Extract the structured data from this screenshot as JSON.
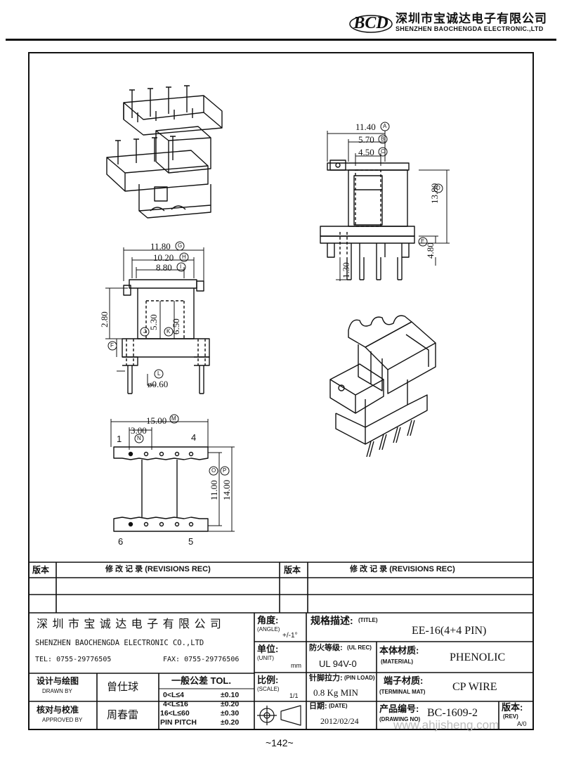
{
  "header": {
    "logo": "BCD",
    "company_cn": "深圳市宝诚达电子有限公司",
    "company_en": "SHENZHEN BAOCHENGDA ELECTRONIC.,LTD"
  },
  "dims": {
    "top_a": "11.40",
    "top_b": "5.70",
    "top_c": "4.50",
    "side_d": "13.80",
    "side_e": "4.80",
    "pin_len": "1.30",
    "front_g": "11.80",
    "front_h": "10.20",
    "front_i": "8.80",
    "front_height": "2.80",
    "front_j": "5.30",
    "front_k": "6.50",
    "pin_dia": "ø0.60",
    "bottom_m": "15.00",
    "bottom_n": "3.00",
    "bottom_o": "11.00",
    "bottom_p": "14.00"
  },
  "markers": [
    "A",
    "B",
    "C",
    "D",
    "E",
    "F",
    "G",
    "H",
    "I",
    "J",
    "K",
    "L",
    "M",
    "N",
    "O",
    "P"
  ],
  "pins": {
    "p1": "1",
    "p4": "4",
    "p6": "6",
    "p5": "5"
  },
  "revisions": {
    "col1": "版本",
    "col2": "修  改  记  录  (REVISIONS REC)",
    "col3": "版本",
    "col4": "修  改  记  录  (REVISIONS REC)"
  },
  "title_block": {
    "company_cn": "深 圳 市 宝 诚 达 电 子 有 限 公 司",
    "company_en": "SHENZHEN BAOCHENGDA ELECTRONIC CO.,LTD",
    "tel": "TEL: 0755-29776505",
    "fax": "FAX: 0755-29776506",
    "angle_label": "角度:",
    "angle_en": "(ANGLE)",
    "angle_value": "+/-1°",
    "unit_label": "单位:",
    "unit_en": "(UNIT)",
    "unit_value": "mm",
    "scale_label": "比例:",
    "scale_en": "(SCALE)",
    "scale_value": "1/1",
    "title_label": "规格描述:",
    "title_en": "(TITLE)",
    "title_value": "EE-16(4+4 PIN)",
    "ul_label": "防火等级:",
    "ul_en": "(UL REC)",
    "ul_value": "UL 94V-0",
    "material_label": "本体材质:",
    "material_en": "(MATERIAL)",
    "material_value": "PHENOLIC",
    "pinload_label": "针脚拉力:",
    "pinload_en": "(PIN LOAD)",
    "pinload_value": "0.8 Kg MIN",
    "terminal_label": "端子材质:",
    "terminal_en": "(TERMINAL MAT)",
    "terminal_value": "CP WIRE",
    "date_label": "日期:",
    "date_en": "(DATE)",
    "date_value": "2012/02/24",
    "drawno_label": "产品编号:",
    "drawno_en": "(DRAWING NO)",
    "drawno_value": "BC-1609-2",
    "rev_label": "版本:",
    "rev_en": "(REV)",
    "rev_value": "A/0",
    "drawn_label": "设计与绘图",
    "drawn_en": "DRAWN BY",
    "drawn_name": "曾仕球",
    "approved_label": "核对与校准",
    "approved_en": "APPROVED BY",
    "approved_name": "周春雷",
    "tol_title": "一般公差 TOL.",
    "tol_rows": [
      {
        "range": "0<L≤4",
        "value": "±0.10"
      },
      {
        "range": "4<L≤16",
        "value": "±0.20"
      },
      {
        "range": "16<L≤60",
        "value": "±0.30"
      },
      {
        "range": "PIN PITCH",
        "value": "±0.20"
      }
    ]
  },
  "page_number": "~142~",
  "watermark": "www.ahjisheng.com"
}
